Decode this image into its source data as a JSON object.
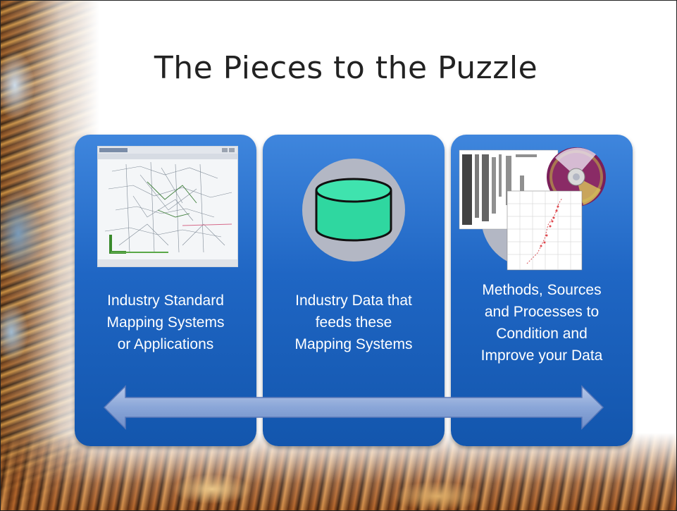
{
  "slide": {
    "title": "The Pieces to the Puzzle"
  },
  "panels": [
    {
      "lines": [
        "Industry Standard",
        "Mapping Systems",
        "or Applications"
      ],
      "icon": "mapping-application-screenshot"
    },
    {
      "lines": [
        "Industry Data that",
        "feeds these",
        "Mapping Systems"
      ],
      "icon": "database-cylinder-icon"
    },
    {
      "lines": [
        "Methods, Sources",
        "and Processes to",
        "Condition and",
        "Improve your Data"
      ],
      "icon": "data-table-cd-chart-collage"
    }
  ],
  "colors": {
    "panel_blue": "#1f66c4",
    "cylinder_green": "#2fd7a0",
    "arrow_fill": "#8aa6d8"
  }
}
